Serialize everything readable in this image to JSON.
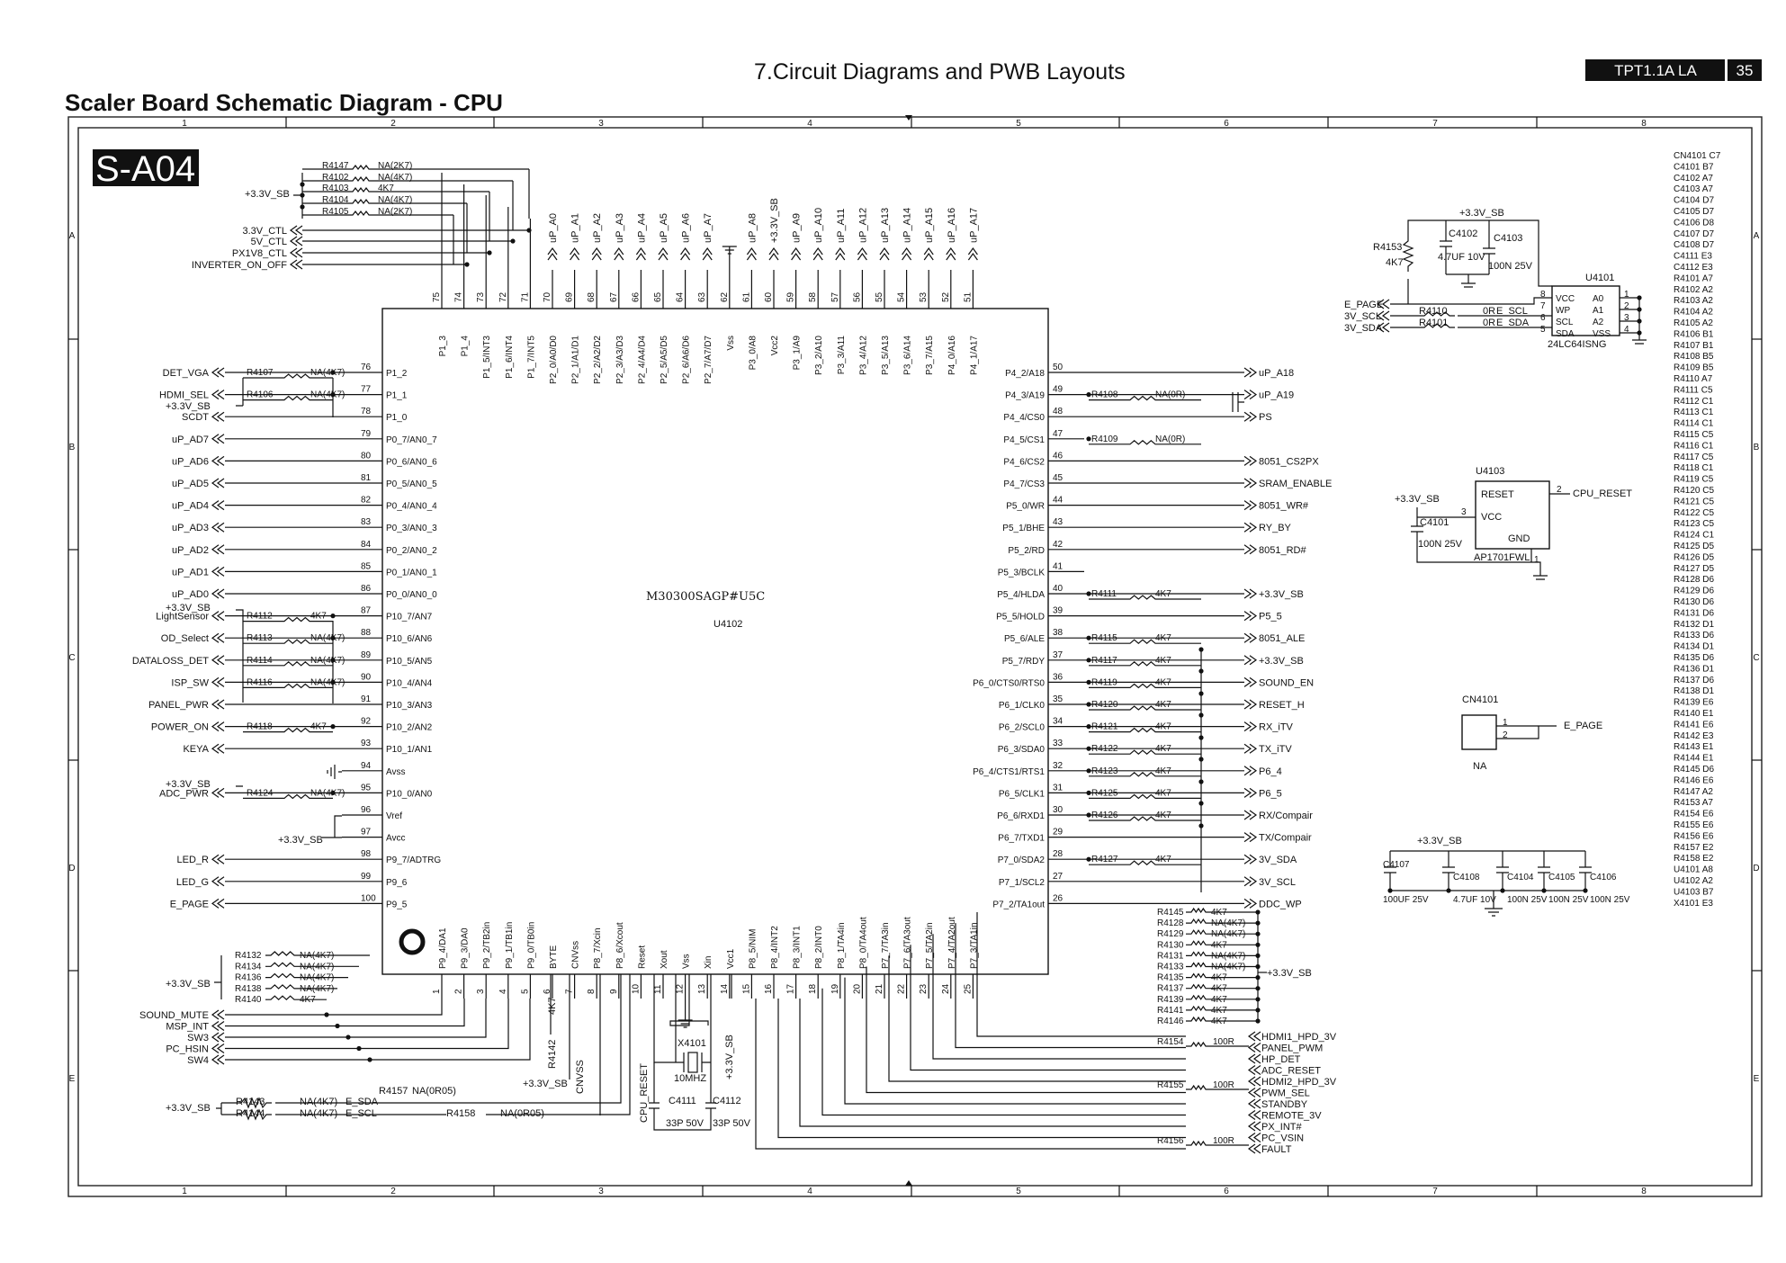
{
  "header": {
    "title": "7.Circuit Diagrams and PWB Layouts",
    "subtitle": "Scaler Board Schematic Diagram - CPU",
    "model_badge": "TPT1.1A LA",
    "page_number": "35",
    "sheet_id": "S-A04"
  },
  "grid": {
    "columns": [
      "1",
      "2",
      "3",
      "4",
      "5",
      "6",
      "7",
      "8"
    ],
    "rows": [
      "A",
      "B",
      "C",
      "D",
      "E"
    ]
  },
  "mcu": {
    "part": "M30300SAGP#U5C",
    "ref": "U4102",
    "top_pins": [
      {
        "num": "75",
        "name": "P1_3"
      },
      {
        "num": "74",
        "name": "P1_4"
      },
      {
        "num": "73",
        "name": "P1_5/INT3"
      },
      {
        "num": "72",
        "name": "P1_6/INT4"
      },
      {
        "num": "71",
        "name": "P1_7/INT5"
      },
      {
        "num": "70",
        "name": "P2_0/A0/D0"
      },
      {
        "num": "69",
        "name": "P2_1/A1/D1"
      },
      {
        "num": "68",
        "name": "P2_2/A2/D2"
      },
      {
        "num": "67",
        "name": "P2_3/A3/D3"
      },
      {
        "num": "66",
        "name": "P2_4/A4/D4"
      },
      {
        "num": "65",
        "name": "P2_5/A5/D5"
      },
      {
        "num": "64",
        "name": "P2_6/A6/D6"
      },
      {
        "num": "63",
        "name": "P2_7/A7/D7"
      },
      {
        "num": "62",
        "name": "Vss"
      },
      {
        "num": "61",
        "name": "P3_0/A8"
      },
      {
        "num": "60",
        "name": "Vcc2"
      },
      {
        "num": "59",
        "name": "P3_1/A9"
      },
      {
        "num": "58",
        "name": "P3_2/A10"
      },
      {
        "num": "57",
        "name": "P3_3/A11"
      },
      {
        "num": "56",
        "name": "P3_4/A12"
      },
      {
        "num": "55",
        "name": "P3_5/A13"
      },
      {
        "num": "54",
        "name": "P3_6/A14"
      },
      {
        "num": "53",
        "name": "P3_7/A15"
      },
      {
        "num": "52",
        "name": "P4_0/A16"
      },
      {
        "num": "51",
        "name": "P4_1/A17"
      }
    ],
    "top_nets": [
      "",
      "",
      "",
      "",
      "",
      "uP_A0",
      "uP_A1",
      "uP_A2",
      "uP_A3",
      "uP_A4",
      "uP_A5",
      "uP_A6",
      "uP_A7",
      "",
      "uP_A8",
      "+3.3V_SB",
      "uP_A9",
      "uP_A10",
      "uP_A11",
      "uP_A12",
      "uP_A13",
      "uP_A14",
      "uP_A15",
      "uP_A16",
      "uP_A17"
    ],
    "left_pins": [
      {
        "num": "76",
        "name": "P1_2",
        "net": "DET_VGA"
      },
      {
        "num": "77",
        "name": "P1_1",
        "net": "HDMI_SEL"
      },
      {
        "num": "78",
        "name": "P1_0",
        "net": "SCDT"
      },
      {
        "num": "79",
        "name": "P0_7/AN0_7",
        "net": "uP_AD7"
      },
      {
        "num": "80",
        "name": "P0_6/AN0_6",
        "net": "uP_AD6"
      },
      {
        "num": "81",
        "name": "P0_5/AN0_5",
        "net": "uP_AD5"
      },
      {
        "num": "82",
        "name": "P0_4/AN0_4",
        "net": "uP_AD4"
      },
      {
        "num": "83",
        "name": "P0_3/AN0_3",
        "net": "uP_AD3"
      },
      {
        "num": "84",
        "name": "P0_2/AN0_2",
        "net": "uP_AD2"
      },
      {
        "num": "85",
        "name": "P0_1/AN0_1",
        "net": "uP_AD1"
      },
      {
        "num": "86",
        "name": "P0_0/AN0_0",
        "net": "uP_AD0"
      },
      {
        "num": "87",
        "name": "P10_7/AN7",
        "net": "LightSensor"
      },
      {
        "num": "88",
        "name": "P10_6/AN6",
        "net": "OD_Select"
      },
      {
        "num": "89",
        "name": "P10_5/AN5",
        "net": "DATALOSS_DET"
      },
      {
        "num": "90",
        "name": "P10_4/AN4",
        "net": "ISP_SW"
      },
      {
        "num": "91",
        "name": "P10_3/AN3",
        "net": "PANEL_PWR"
      },
      {
        "num": "92",
        "name": "P10_2/AN2",
        "net": "POWER_ON"
      },
      {
        "num": "93",
        "name": "P10_1/AN1",
        "net": "KEYA"
      },
      {
        "num": "94",
        "name": "Avss",
        "net": ""
      },
      {
        "num": "95",
        "name": "P10_0/AN0",
        "net": "ADC_PWR"
      },
      {
        "num": "96",
        "name": "Vref",
        "net": ""
      },
      {
        "num": "97",
        "name": "Avcc",
        "net": "+3.3V_SB"
      },
      {
        "num": "98",
        "name": "P9_7/ADTRG",
        "net": "LED_R"
      },
      {
        "num": "99",
        "name": "P9_6",
        "net": "LED_G"
      },
      {
        "num": "100",
        "name": "P9_5",
        "net": "E_PAGE"
      }
    ],
    "right_pins": [
      {
        "num": "50",
        "name": "P4_2/A18",
        "net": "uP_A18"
      },
      {
        "num": "49",
        "name": "P4_3/A19",
        "net": "uP_A19"
      },
      {
        "num": "48",
        "name": "P4_4/CS0",
        "net": "PS"
      },
      {
        "num": "47",
        "name": "P4_5/CS1",
        "net": ""
      },
      {
        "num": "46",
        "name": "P4_6/CS2",
        "net": "8051_CS2PX"
      },
      {
        "num": "45",
        "name": "P4_7/CS3",
        "net": "SRAM_ENABLE"
      },
      {
        "num": "44",
        "name": "P5_0/WR",
        "net": "8051_WR#"
      },
      {
        "num": "43",
        "name": "P5_1/BHE",
        "net": "RY_BY"
      },
      {
        "num": "42",
        "name": "P5_2/RD",
        "net": "8051_RD#"
      },
      {
        "num": "41",
        "name": "P5_3/BCLK",
        "net": ""
      },
      {
        "num": "40",
        "name": "P5_4/HLDA",
        "net": "+3.3V_SB"
      },
      {
        "num": "39",
        "name": "P5_5/HOLD",
        "net": "P5_5"
      },
      {
        "num": "38",
        "name": "P5_6/ALE",
        "net": "8051_ALE"
      },
      {
        "num": "37",
        "name": "P5_7/RDY",
        "net": "+3.3V_SB"
      },
      {
        "num": "36",
        "name": "P6_0/CTS0/RTS0",
        "net": "SOUND_EN"
      },
      {
        "num": "35",
        "name": "P6_1/CLK0",
        "net": "RESET_H"
      },
      {
        "num": "34",
        "name": "P6_2/SCL0",
        "net": "RX_iTV"
      },
      {
        "num": "33",
        "name": "P6_3/SDA0",
        "net": "TX_iTV"
      },
      {
        "num": "32",
        "name": "P6_4/CTS1/RTS1",
        "net": "P6_4"
      },
      {
        "num": "31",
        "name": "P6_5/CLK1",
        "net": "P6_5"
      },
      {
        "num": "30",
        "name": "P6_6/RXD1",
        "net": "RX/Compair"
      },
      {
        "num": "29",
        "name": "P6_7/TXD1",
        "net": "TX/Compair"
      },
      {
        "num": "28",
        "name": "P7_0/SDA2",
        "net": "3V_SDA"
      },
      {
        "num": "27",
        "name": "P7_1/SCL2",
        "net": "3V_SCL"
      },
      {
        "num": "26",
        "name": "P7_2/TA1out",
        "net": "DDC_WP"
      }
    ],
    "bottom_pins": [
      {
        "num": "1",
        "name": "P9_4/DA1"
      },
      {
        "num": "2",
        "name": "P9_3/DA0"
      },
      {
        "num": "3",
        "name": "P9_2/TB2in"
      },
      {
        "num": "4",
        "name": "P9_1/TB1in"
      },
      {
        "num": "5",
        "name": "P9_0/TB0in"
      },
      {
        "num": "6",
        "name": "BYTE"
      },
      {
        "num": "7",
        "name": "CNVss"
      },
      {
        "num": "8",
        "name": "P8_7/Xcin"
      },
      {
        "num": "9",
        "name": "P8_6/Xcout"
      },
      {
        "num": "10",
        "name": "Reset"
      },
      {
        "num": "11",
        "name": "Xout"
      },
      {
        "num": "12",
        "name": "Vss"
      },
      {
        "num": "13",
        "name": "Xin"
      },
      {
        "num": "14",
        "name": "Vcc1"
      },
      {
        "num": "15",
        "name": "P8_5/NIM"
      },
      {
        "num": "16",
        "name": "P8_4/INT2"
      },
      {
        "num": "17",
        "name": "P8_3/INT1"
      },
      {
        "num": "18",
        "name": "P8_2/INT0"
      },
      {
        "num": "19",
        "name": "P8_1/TA4in"
      },
      {
        "num": "20",
        "name": "P8_0/TA4out"
      },
      {
        "num": "21",
        "name": "P7_7/TA3in"
      },
      {
        "num": "22",
        "name": "P7_6/TA3out"
      },
      {
        "num": "23",
        "name": "P7_5/TA2in"
      },
      {
        "num": "24",
        "name": "P7_4/TA2out"
      },
      {
        "num": "25",
        "name": "P7_3/TA1in"
      }
    ]
  },
  "top_left_block": {
    "supply": "+3.3V_SB",
    "resistors": [
      {
        "ref": "R4147",
        "value": "NA(2K7)"
      },
      {
        "ref": "R4102",
        "value": "NA(4K7)"
      },
      {
        "ref": "R4103",
        "value": "4K7"
      },
      {
        "ref": "R4104",
        "value": "NA(4K7)"
      },
      {
        "ref": "R4105",
        "value": "NA(2K7)"
      }
    ],
    "nets": [
      "3.3V_CTL",
      "5V_CTL",
      "PX1V8_CTL",
      "INVERTER_ON_OFF"
    ]
  },
  "left_resistors": [
    {
      "ref": "R4107",
      "value": "NA(4K7)"
    },
    {
      "ref": "R4106",
      "value": "NA(4K7)"
    },
    {
      "ref": "R4112",
      "value": "4K7"
    },
    {
      "ref": "R4113",
      "value": "NA(4K7)"
    },
    {
      "ref": "R4114",
      "value": "NA(4K7)"
    },
    {
      "ref": "R4116",
      "value": "NA(4K7)"
    },
    {
      "ref": "R4118",
      "value": "4K7"
    },
    {
      "ref": "R4124",
      "value": "NA(4K7)"
    }
  ],
  "left_supply_labels": [
    "+3.3V_SB",
    "+3.3V_SB",
    "+3.3V_SB",
    "+3.3V_SB"
  ],
  "right_resistors": [
    {
      "ref": "R4108",
      "value": "NA(0R)"
    },
    {
      "ref": "R4109",
      "value": "NA(0R)"
    },
    {
      "ref": "R4111",
      "value": "4K7"
    },
    {
      "ref": "R4115",
      "value": "4K7"
    },
    {
      "ref": "R4117",
      "value": "4K7"
    },
    {
      "ref": "R4119",
      "value": "4K7"
    },
    {
      "ref": "R4120",
      "value": "4K7"
    },
    {
      "ref": "R4121",
      "value": "4K7"
    },
    {
      "ref": "R4122",
      "value": "4K7"
    },
    {
      "ref": "R4123",
      "value": "4K7"
    },
    {
      "ref": "R4125",
      "value": "4K7"
    },
    {
      "ref": "R4126",
      "value": "4K7"
    },
    {
      "ref": "R4127",
      "value": "4K7"
    }
  ],
  "bottom_right_block": {
    "supply": "+3.3V_SB",
    "resistors": [
      {
        "ref": "R4145",
        "value": "4K7"
      },
      {
        "ref": "R4128",
        "value": "NA(4K7)"
      },
      {
        "ref": "R4129",
        "value": "NA(4K7)"
      },
      {
        "ref": "R4130",
        "value": "4K7"
      },
      {
        "ref": "R4131",
        "value": "NA(4K7)"
      },
      {
        "ref": "R4133",
        "value": "NA(4K7)"
      },
      {
        "ref": "R4135",
        "value": "4K7"
      },
      {
        "ref": "R4137",
        "value": "4K7"
      },
      {
        "ref": "R4139",
        "value": "4K7"
      },
      {
        "ref": "R4141",
        "value": "4K7"
      },
      {
        "ref": "R4146",
        "value": "4K7"
      }
    ],
    "series_resistors": [
      {
        "ref": "R4154",
        "value": "100R"
      },
      {
        "ref": "R4155",
        "value": "100R"
      },
      {
        "ref": "R4156",
        "value": "100R"
      }
    ],
    "nets": [
      "HDMI1_HPD_3V",
      "PANEL_PWM",
      "HP_DET",
      "ADC_RESET",
      "HDMI2_HPD_3V",
      "PWM_SEL",
      "STANDBY",
      "REMOTE_3V",
      "PX_INT#",
      "PC_VSIN",
      "FAULT"
    ]
  },
  "bottom_left_block": {
    "supply": "+3.3V_SB",
    "resistors": [
      {
        "ref": "R4132",
        "value": "NA(4K7)"
      },
      {
        "ref": "R4134",
        "value": "NA(4K7)"
      },
      {
        "ref": "R4136",
        "value": "NA(4K7)"
      },
      {
        "ref": "R4138",
        "value": "NA(4K7)"
      },
      {
        "ref": "R4140",
        "value": "4K7"
      }
    ],
    "nets": [
      "SOUND_MUTE",
      "MSP_INT",
      "SW3",
      "PC_HSIN",
      "SW4"
    ]
  },
  "bottom_i2c": {
    "supply": "+3.3V_SB",
    "r4143": {
      "ref": "R4143",
      "value": "NA(4K7)",
      "net": "E_SDA"
    },
    "r4144": {
      "ref": "R4144",
      "value": "NA(4K7)",
      "net": "E_SCL"
    },
    "r4157": {
      "ref": "R4157",
      "value": "NA(0R05)"
    },
    "r4158": {
      "ref": "R4158",
      "value": "NA(0R05)"
    }
  },
  "bottom_misc": {
    "r4142": {
      "ref": "R4142",
      "value": "4K7"
    },
    "supply_byte": "+3.3V_SB",
    "cnvss": "CNVSS",
    "cpu_reset": "CPU_RESET",
    "supply_vcc1": "+3.3V_SB",
    "crystal": {
      "ref": "X4101",
      "value": "10MHZ"
    },
    "c4111": {
      "ref": "C4111",
      "value": "33P 50V"
    },
    "c4112": {
      "ref": "C4112",
      "value": "33P 50V"
    }
  },
  "eeprom": {
    "ref": "U4101",
    "part": "24LC64ISNG",
    "supply": "+3.3V_SB",
    "c4102": {
      "ref": "C4102",
      "value": "4.7UF 10V"
    },
    "c4103": {
      "ref": "C4103",
      "value": "100N 25V"
    },
    "r4153": {
      "ref": "R4153",
      "value": "4K7"
    },
    "r4110": {
      "ref": "R4110",
      "value": "0R"
    },
    "r4101": {
      "ref": "R4101",
      "value": "0R"
    },
    "nets": [
      "E_PAGE",
      "3V_SCL",
      "3V_SDA"
    ],
    "net_inner": [
      "E_SCL",
      "E_SDA"
    ],
    "pins_left": [
      "VCC",
      "WP",
      "SCL",
      "SDA"
    ],
    "pins_right": [
      "A0",
      "A1",
      "A2",
      "VSS"
    ],
    "pin_nums_left": [
      "8",
      "7",
      "6",
      "5"
    ],
    "pin_nums_right": [
      "1",
      "2",
      "3",
      "4"
    ]
  },
  "reset_ic": {
    "ref": "U4103",
    "part": "AP1701FWL",
    "supply": "+3.3V_SB",
    "pins": [
      "RESET",
      "VCC",
      "GND"
    ],
    "pin_nums": [
      "2",
      "3",
      "1"
    ],
    "net": "CPU_RESET",
    "c4101": {
      "ref": "C4101",
      "value": "100N 25V"
    }
  },
  "connector": {
    "ref": "CN4101",
    "value": "NA",
    "net": "E_PAGE",
    "pins": [
      "1",
      "2"
    ]
  },
  "decoupling": {
    "supply": "+3.3V_SB",
    "caps": [
      {
        "ref": "C4107",
        "value": "100UF 25V"
      },
      {
        "ref": "C4108",
        "value": "4.7UF 10V"
      },
      {
        "ref": "C4104",
        "value": "100N 25V"
      },
      {
        "ref": "C4105",
        "value": "100N 25V"
      },
      {
        "ref": "C4106",
        "value": "100N 25V"
      }
    ]
  },
  "index_list": [
    "CN4101 C7",
    "C4101 B7",
    "C4102 A7",
    "C4103 A7",
    "C4104 D7",
    "C4105 D7",
    "C4106 D8",
    "C4107 D7",
    "C4108 D7",
    "C4111 E3",
    "C4112 E3",
    "R4101 A7",
    "R4102 A2",
    "R4103 A2",
    "R4104 A2",
    "R4105 A2",
    "R4106 B1",
    "R4107 B1",
    "R4108 B5",
    "R4109 B5",
    "R4110 A7",
    "R4111 C5",
    "R4112 C1",
    "R4113 C1",
    "R4114 C1",
    "R4115 C5",
    "R4116 C1",
    "R4117 C5",
    "R4118 C1",
    "R4119 C5",
    "R4120 C5",
    "R4121 C5",
    "R4122 C5",
    "R4123 C5",
    "R4124 C1",
    "R4125 D5",
    "R4126 D5",
    "R4127 D5",
    "R4128 D6",
    "R4129 D6",
    "R4130 D6",
    "R4131 D6",
    "R4132 D1",
    "R4133 D6",
    "R4134 D1",
    "R4135 D6",
    "R4136 D1",
    "R4137 D6",
    "R4138 D1",
    "R4139 E6",
    "R4140 E1",
    "R4141 E6",
    "R4142 E3",
    "R4143 E1",
    "R4144 E1",
    "R4145 D6",
    "R4146 E6",
    "R4147 A2",
    "R4153 A7",
    "R4154 E6",
    "R4155 E6",
    "R4156 E6",
    "R4157 E2",
    "R4158 E2",
    "U4101 A8",
    "U4102 A2",
    "U4103 B7",
    "X4101 E3"
  ]
}
